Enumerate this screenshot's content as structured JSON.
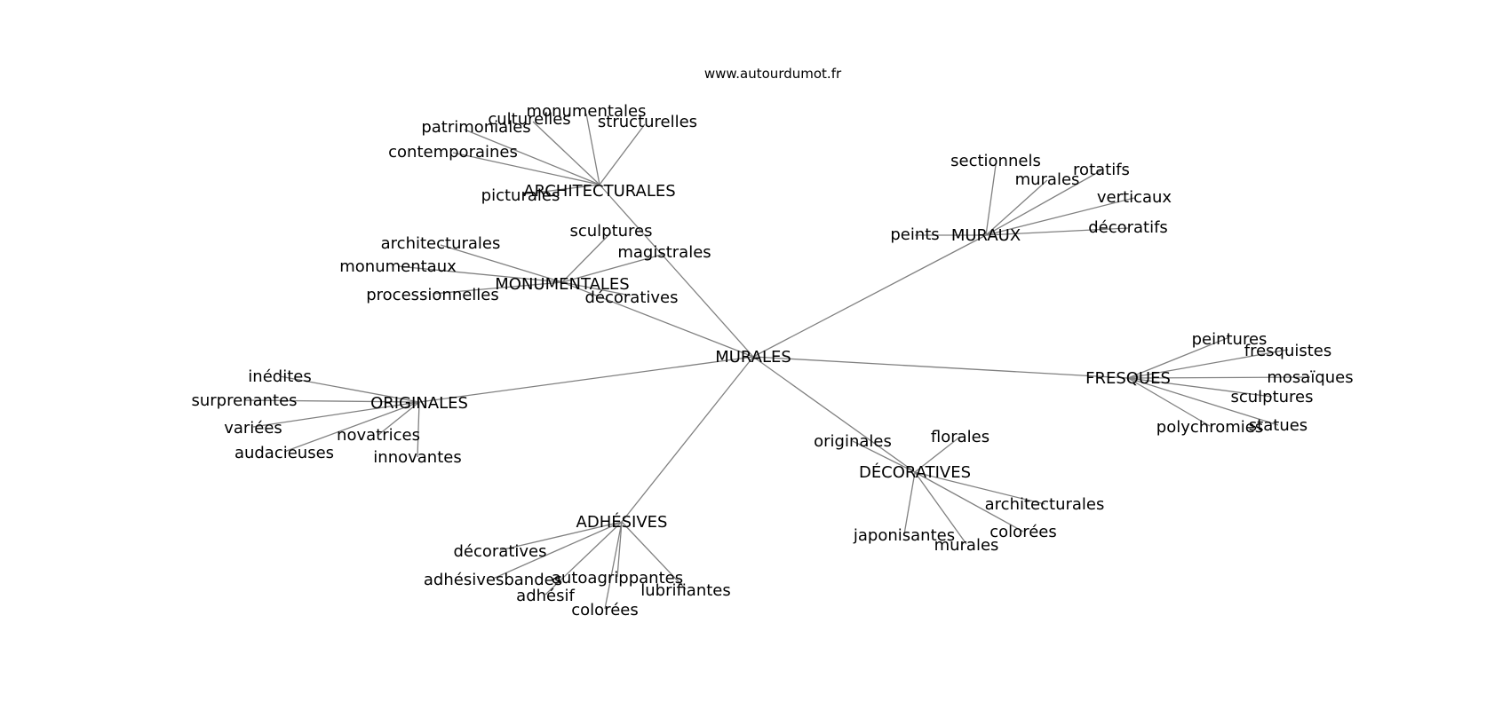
{
  "source": "www.autourdumot.fr",
  "center": "MURALES",
  "clusters": [
    {
      "id": "architecturales-cluster",
      "label": "ARCHITECTURALES",
      "children": [
        "monumentales",
        "culturelles",
        "structurelles",
        "patrimoniales",
        "contemporaines",
        "picturales"
      ]
    },
    {
      "id": "monumentales-cluster",
      "label": "MONUMENTALES",
      "children": [
        "architecturales",
        "monumentaux",
        "processionnelles",
        "sculptures",
        "magistrales",
        "décoratives"
      ]
    },
    {
      "id": "muraux-cluster",
      "label": "MURAUX",
      "children": [
        "sectionnels",
        "murales",
        "rotatifs",
        "verticaux",
        "décoratifs",
        "peints"
      ]
    },
    {
      "id": "fresques-cluster",
      "label": "FRESQUES",
      "children": [
        "peintures",
        "fresquistes",
        "mosaïques",
        "sculptures",
        "statues",
        "polychromies"
      ]
    },
    {
      "id": "originales-cluster",
      "label": "ORIGINALES",
      "children": [
        "inédites",
        "surprenantes",
        "variées",
        "audacieuses",
        "novatrices",
        "innovantes"
      ]
    },
    {
      "id": "decoratives-cluster",
      "label": "DÉCORATIVES",
      "children": [
        "originales",
        "florales",
        "architecturales",
        "colorées",
        "murales",
        "japonisantes"
      ]
    },
    {
      "id": "adhesives-cluster",
      "label": "ADHÉSIVES",
      "children": [
        "décoratives",
        "adhésivesbandes",
        "autoagrippantes",
        "lubrifiantes",
        "adhésif",
        "colorées"
      ]
    }
  ]
}
